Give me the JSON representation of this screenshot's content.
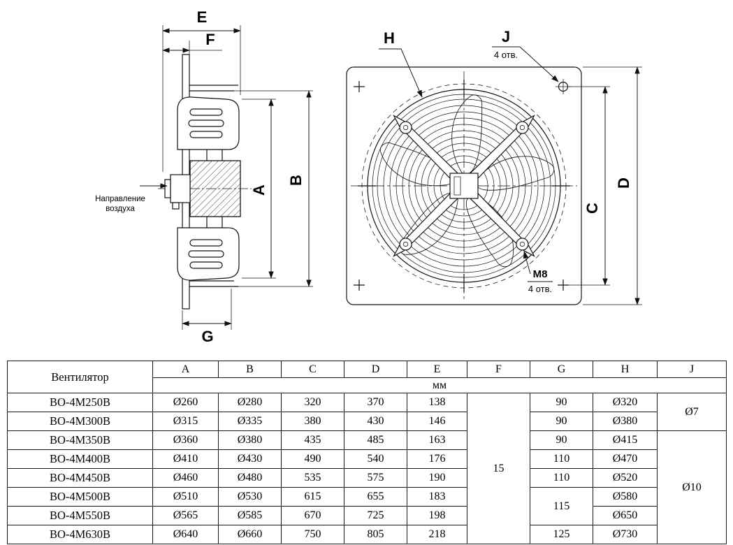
{
  "colors": {
    "line": "#111111",
    "background": "#ffffff"
  },
  "drawing": {
    "side_view": {
      "dim_e": "E",
      "dim_f": "F",
      "dim_a": "A",
      "dim_b": "B",
      "dim_g": "G",
      "air_direction_line1": "Направление",
      "air_direction_line2": "воздуха"
    },
    "front_view": {
      "dim_h": "H",
      "dim_j": "J",
      "j_holes_note": "4 отв.",
      "dim_c": "C",
      "dim_d": "D",
      "thread_label": "M8",
      "thread_holes_note": "4 отв."
    }
  },
  "table": {
    "fan_header": "Вентилятор",
    "dim_headers": [
      "A",
      "B",
      "C",
      "D",
      "E",
      "F",
      "G",
      "H",
      "J"
    ],
    "unit": "мм",
    "f_value": "15",
    "j_small": "Ø7",
    "j_large": "Ø10",
    "rows": [
      {
        "name": "ВО-4М250В",
        "a": "Ø260",
        "b": "Ø280",
        "c": "320",
        "d": "370",
        "e": "138",
        "g": "90",
        "h": "Ø320"
      },
      {
        "name": "ВО-4М300В",
        "a": "Ø315",
        "b": "Ø335",
        "c": "380",
        "d": "430",
        "e": "146",
        "g": "90",
        "h": "Ø380"
      },
      {
        "name": "ВО-4М350В",
        "a": "Ø360",
        "b": "Ø380",
        "c": "435",
        "d": "485",
        "e": "163",
        "g": "90",
        "h": "Ø415"
      },
      {
        "name": "ВО-4М400В",
        "a": "Ø410",
        "b": "Ø430",
        "c": "490",
        "d": "540",
        "e": "176",
        "g": "110",
        "h": "Ø470"
      },
      {
        "name": "ВО-4М450В",
        "a": "Ø460",
        "b": "Ø480",
        "c": "535",
        "d": "575",
        "e": "190",
        "g": "110",
        "h": "Ø520"
      },
      {
        "name": "ВО-4М500В",
        "a": "Ø510",
        "b": "Ø530",
        "c": "615",
        "d": "655",
        "e": "183",
        "g": "115",
        "h": "Ø580"
      },
      {
        "name": "ВО-4М550В",
        "a": "Ø565",
        "b": "Ø585",
        "c": "670",
        "d": "725",
        "e": "198",
        "h": "Ø650"
      },
      {
        "name": "ВО-4М630В",
        "a": "Ø640",
        "b": "Ø660",
        "c": "750",
        "d": "805",
        "e": "218",
        "g": "125",
        "h": "Ø730"
      }
    ]
  }
}
